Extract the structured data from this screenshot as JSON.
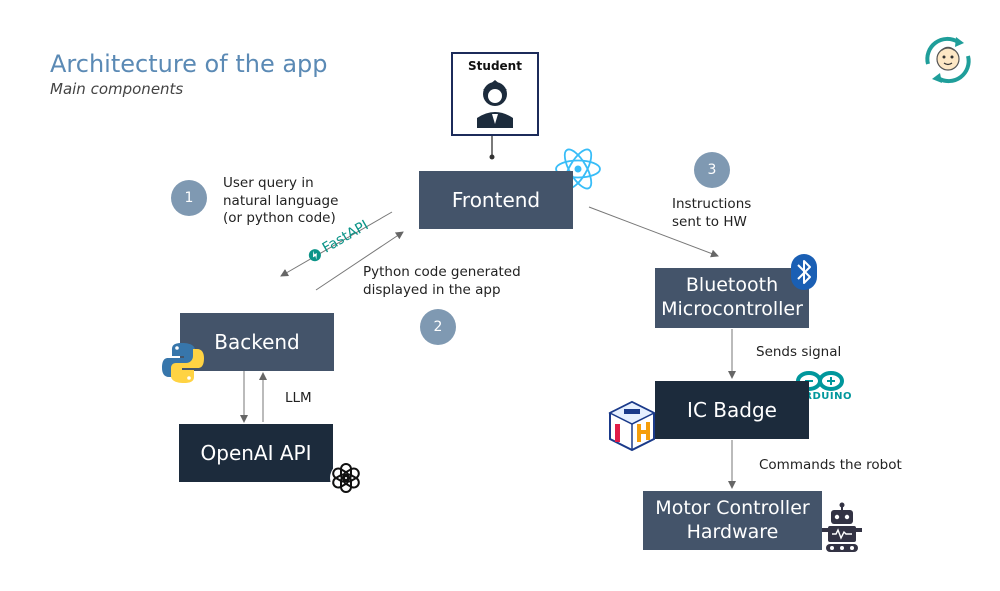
{
  "header": {
    "title": "Architecture of the app",
    "subtitle": "Main components"
  },
  "nodes": {
    "student": "Student",
    "frontend": "Frontend",
    "backend": "Backend",
    "openai": "OpenAI API",
    "bluetooth_line1": "Bluetooth",
    "bluetooth_line2": "Microcontroller",
    "badge": "IC Badge",
    "motor_line1": "Motor Controller",
    "motor_line2": "Hardware"
  },
  "steps": [
    "1",
    "2",
    "3"
  ],
  "labels": {
    "query_line1": "User query in",
    "query_line2": "natural language",
    "query_line3": "(or python code)",
    "fastapi": "FastAPI",
    "python_line1": "Python code generated",
    "python_line2": "displayed in the app",
    "instructions_line1": "Instructions",
    "instructions_line2": "sent to HW",
    "llm": "LLM",
    "sends_signal": "Sends signal",
    "commands_robot": "Commands the robot",
    "arduino": "ARDUINO"
  },
  "colors": {
    "box_slate": "#44546a",
    "box_navy": "#1c2b3c",
    "step_circle": "#7f99b2",
    "title": "#5b8ab5",
    "fastapi": "#0b9488"
  },
  "icons": [
    "baby-robot-logo-icon",
    "student-avatar-icon",
    "react-icon",
    "python-icon",
    "openai-icon",
    "bluetooth-icon",
    "arduino-icon",
    "ih-cube-icon",
    "robot-icon"
  ]
}
